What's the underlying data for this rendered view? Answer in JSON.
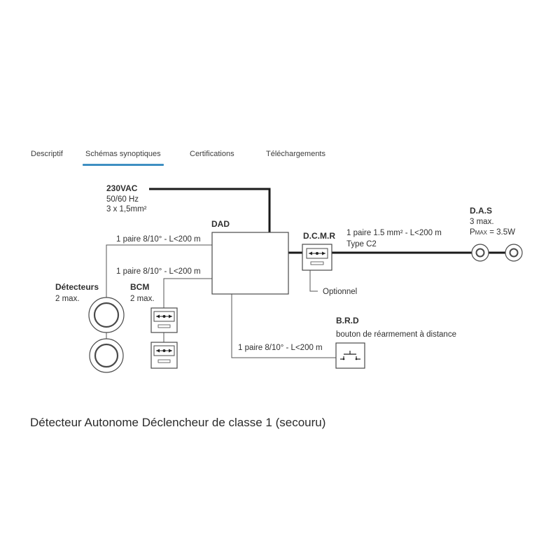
{
  "tabs": [
    {
      "label": "Descriptif",
      "active": false
    },
    {
      "label": "Schémas synoptiques",
      "active": true
    },
    {
      "label": "Certifications",
      "active": false
    },
    {
      "label": "Téléchargements",
      "active": false
    }
  ],
  "diagram": {
    "power": {
      "title": "230VAC",
      "freq": "50/60 Hz",
      "section": "3 x 1,5mm²"
    },
    "dad": "DAD",
    "detectors": {
      "title": "Détecteurs",
      "count": "2 max."
    },
    "bcm": {
      "title": "BCM",
      "count": "2 max."
    },
    "dcmr": {
      "title": "D.C.M.R",
      "note": "Optionnel"
    },
    "das": {
      "title": "D.A.S",
      "count": "3 max.",
      "power_p": "P",
      "power_sub": "MAX",
      "power_val": " = 3.5W"
    },
    "brd": {
      "title": "B.R.D",
      "desc": "bouton de réarmement à distance"
    },
    "cables": {
      "detectors": "1 paire 8/10° - L<200 m",
      "bcm": "1 paire 8/10° - L<200 m",
      "brd": "1 paire 8/10° - L<200 m",
      "das": "1 paire 1.5 mm² - L<200 m",
      "das_type": "Type C2"
    },
    "colors": {
      "line": "#1a1a1a",
      "thin_line": "#555555",
      "box": "#4a4a4a",
      "tab_accent": "#3e8fc2"
    }
  },
  "caption": "Détecteur Autonome Déclencheur de classe 1 (secouru)"
}
